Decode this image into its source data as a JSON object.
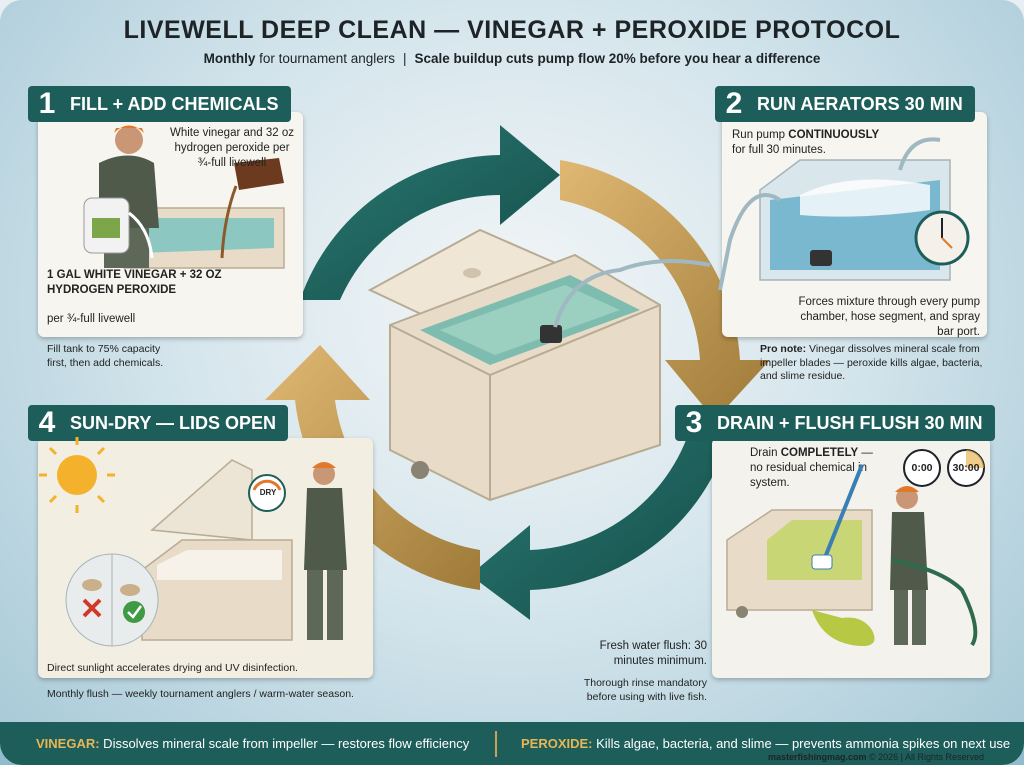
{
  "header": {
    "title": "LIVEWELL DEEP CLEAN — VINEGAR + PEROXIDE PROTOCOL",
    "subtitle_a": "Monthly",
    "subtitle_b": " for tournament anglers",
    "subtitle_sep": "|",
    "subtitle_c": "Scale buildup cuts pump flow 20% before you hear a difference"
  },
  "step1": {
    "num": "1",
    "label": "FILL + ADD CHEMICALS",
    "callout": "White vinegar and 32 oz hydrogen peroxide per ¾-full livewell",
    "bold_text": "1 GAL WHITE VINEGAR + 32 OZ HYDROGEN PEROXIDE",
    "bold_sub": "per ¾-full livewell",
    "note": "Fill tank to 75% capacity first, then add chemicals."
  },
  "step2": {
    "num": "2",
    "label": "RUN AERATORS 30 MIN",
    "text_a": "Run pump ",
    "text_b": "CONTINUOUSLY",
    "text_c": "for full 30 minutes.",
    "forces": "Forces mixture through every pump chamber, hose segment, and spray bar port.",
    "pro_label": "Pro note:",
    "pro_text": " Vinegar dissolves mineral scale from impeller blades — peroxide kills algae, bacteria, and slime residue."
  },
  "step3": {
    "num": "3",
    "label": "DRAIN + FLUSH FLUSH 30 MIN",
    "drain_a": "Drain ",
    "drain_b": "COMPLETELY",
    "drain_c": " — no residual chemical in system.",
    "timer_start": "0:00",
    "timer_end": "30:00",
    "flush": "Fresh water flush: 30 minutes minimum.",
    "rinse": "Thorough rinse mandatory before using with live fish."
  },
  "step4": {
    "num": "4",
    "label": "SUN-DRY — LIDS OPEN",
    "gauge_label": "DRY",
    "caption": "Direct sunlight accelerates drying and UV disinfection.",
    "note": "Monthly flush — weekly tournament anglers / warm-water season."
  },
  "footer": {
    "vinegar_key": "VINEGAR:",
    "vinegar_text": " Dissolves mineral scale from impeller — restores flow efficiency",
    "peroxide_key": "PEROXIDE:",
    "peroxide_text": " Kills algae, bacteria, and slime — prevents ammonia spikes on next use",
    "credit_site": "masterfishingmag.com",
    "credit_rest": " © 2026 | All Rights Reserved"
  },
  "colors": {
    "teal": "#1d5e5a",
    "gold": "#e8b656",
    "cream": "#f7f5ef"
  }
}
